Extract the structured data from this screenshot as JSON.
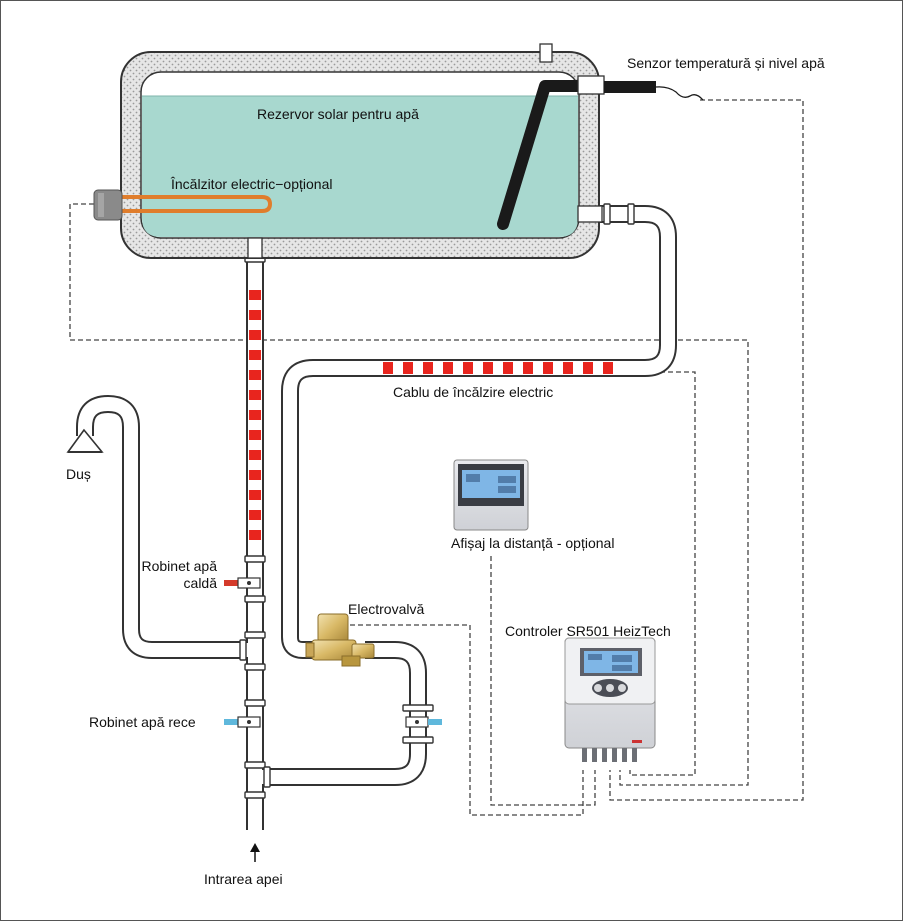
{
  "labels": {
    "tank": "Rezervor solar pentru apă",
    "sensor": "Senzor temperatură și nivel apă",
    "heater": "Încălzitor electric−opțional",
    "heating_cable": "Cablu de încălzire electric",
    "shower": "Duș",
    "remote_display": "Afișaj la distanță - opțional",
    "hot_tap_line1": "Robinet apă",
    "hot_tap_line2": "caldă",
    "solenoid_valve": "Electrovalvă",
    "controller": "Controler SR501 HeizTech",
    "cold_tap": "Robinet apă rece",
    "water_inlet": "Intrarea apei"
  },
  "colors": {
    "water": "#a8d8cf",
    "insulation": "#d8d8d8",
    "heater": "#e07d2c",
    "cable_red": "#e8251e",
    "probe": "#1a1a1a",
    "pipe_outline": "#333333",
    "cold_tap": "#5fb8dc",
    "hot_tap": "#d43a2a",
    "screen": "#7fb6e6"
  },
  "icons": {
    "shower_head": "shower-head-icon",
    "solenoid_valve": "brass-valve-icon",
    "controller": "controller-device-icon",
    "display": "display-device-icon"
  }
}
